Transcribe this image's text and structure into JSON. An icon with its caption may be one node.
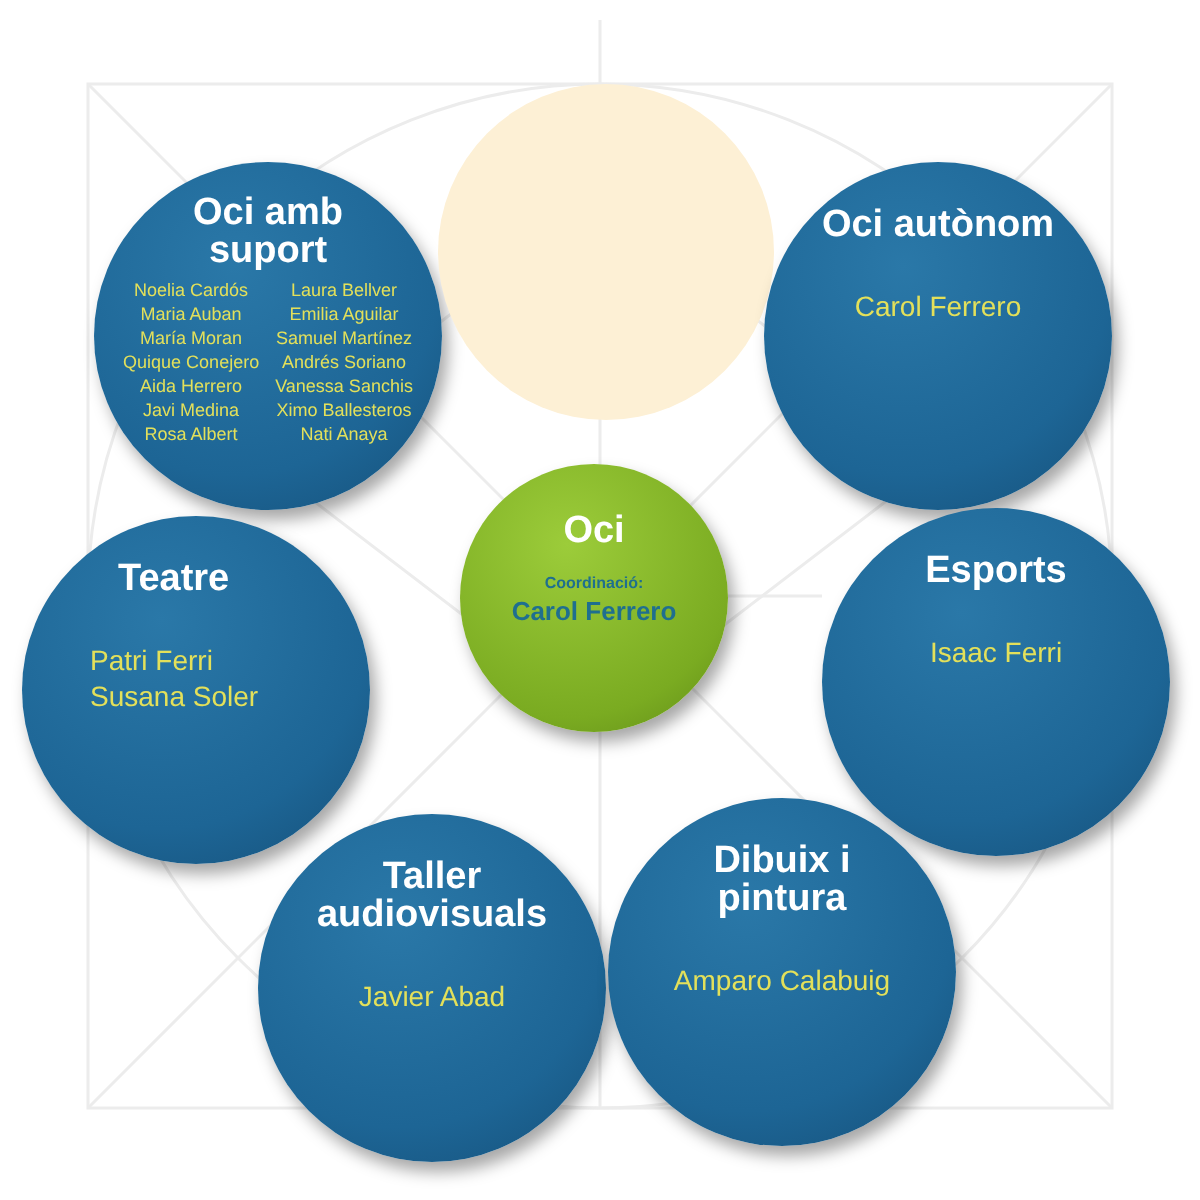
{
  "diagram": {
    "nodes": [
      {
        "text": [
          "Oci amb suport",
          "Noelia Cardós",
          "Laura Bellver",
          "Maria Auban",
          "Emilia Aguilar",
          "María Moran",
          "Samuel Martínez",
          "Quique Conejero",
          "Andrés Soriano",
          "Aida Herrero",
          "Vanessa Sanchis",
          "Javi Medina",
          "Ximo Ballesteros",
          "Rosa Albert",
          "Nati Anaya"
        ]
      },
      {
        "text": [],
        "shape": "circle"
      },
      {
        "text": [
          "Oci autònom",
          "Carol Ferrero"
        ]
      },
      {
        "text": [
          "Teatre",
          "Patri Ferri",
          "Susana Soler"
        ]
      },
      {
        "text": [
          "Oci",
          "Coordinació:",
          "Carol Ferrero"
        ]
      },
      {
        "text": [
          "Esports",
          "Isaac Ferri"
        ]
      },
      {
        "text": [
          "Taller audiovisuals",
          "Javier Abad"
        ]
      },
      {
        "text": [
          "Dibuix i pintura",
          "Amparo Calabuig"
        ]
      }
    ]
  }
}
